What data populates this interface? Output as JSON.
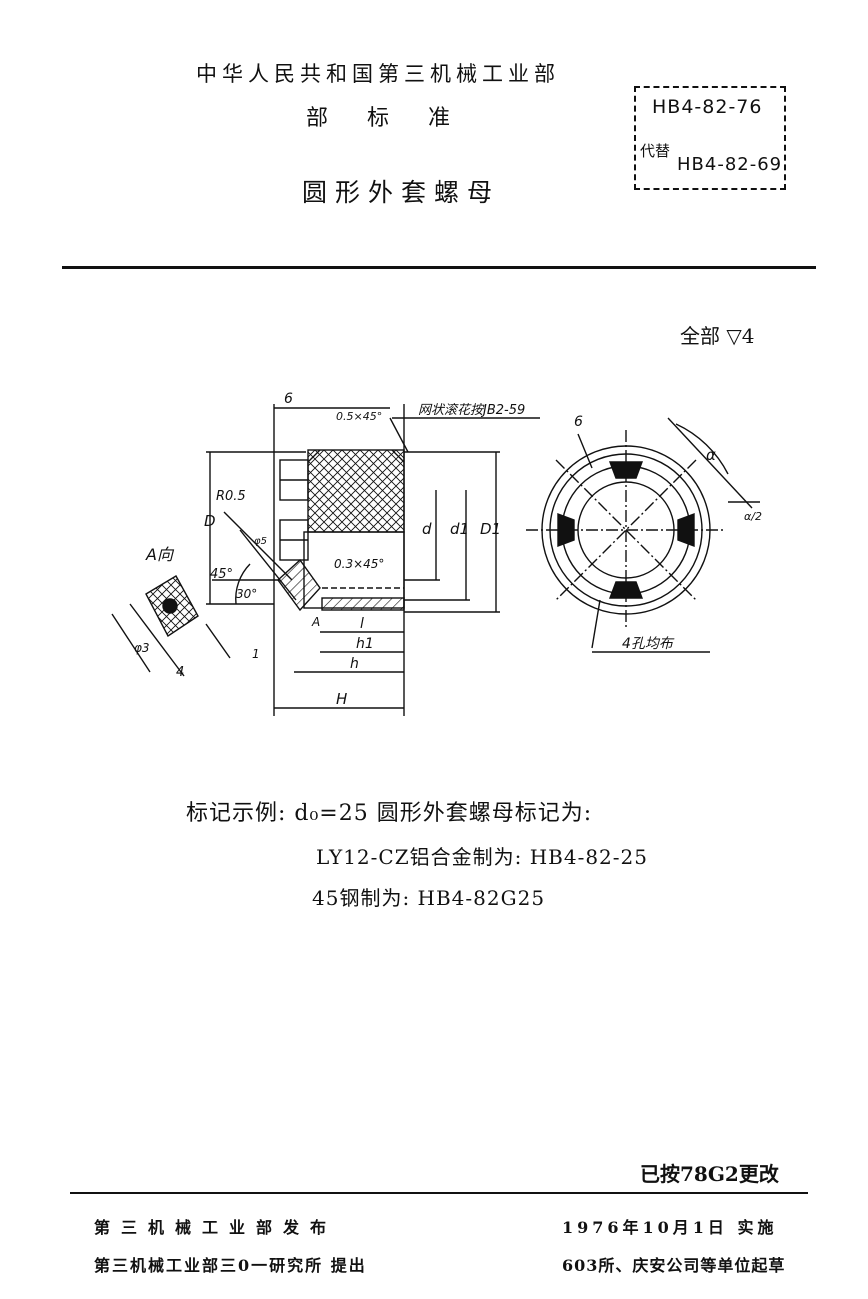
{
  "header": {
    "ministry": "中华人民共和国第三机械工业部",
    "standard_type": "部 标 准",
    "title": "圆形外套螺母",
    "standard_no": "HB4-82-76",
    "replaces_label": "代替",
    "replaces_no": "HB4-82-69"
  },
  "surface_note": "全部 ▽4",
  "drawing": {
    "dim_6_left": "6",
    "chamfer_top": "0.5×45°",
    "knurl_note": "网状滚花按JB2-59",
    "R05": "R0.5",
    "phi5": "φ5",
    "angle45": "45°",
    "angle30": "30°",
    "chamfer_bore": "0.3×45°",
    "D": "D",
    "d": "d",
    "d1": "d1",
    "D1": "D1",
    "l": "l",
    "h1": "h1",
    "h": "h",
    "H": "H",
    "A": "A",
    "view_A": "A向",
    "phi3": "φ3",
    "dim4": "4",
    "dim1": "1",
    "dim_6_right": "6",
    "alpha": "α",
    "alpha_half": "α/2",
    "holes_note": "4孔均布"
  },
  "marking": {
    "line1": "标记示例: d₀=25 圆形外套螺母标记为:",
    "line2": "LY12-CZ铝合金制为: HB4-82-25",
    "line3": "45钢制为: HB4-82G25"
  },
  "changed_note": "已按78G2更改",
  "footer": {
    "issuer": "第三机械工业部发布",
    "proposer": "第三机械工业部三0一研究所 提出",
    "date": "1976年10月1日 实施",
    "drafter": "603所、庆安公司等单位起草"
  }
}
